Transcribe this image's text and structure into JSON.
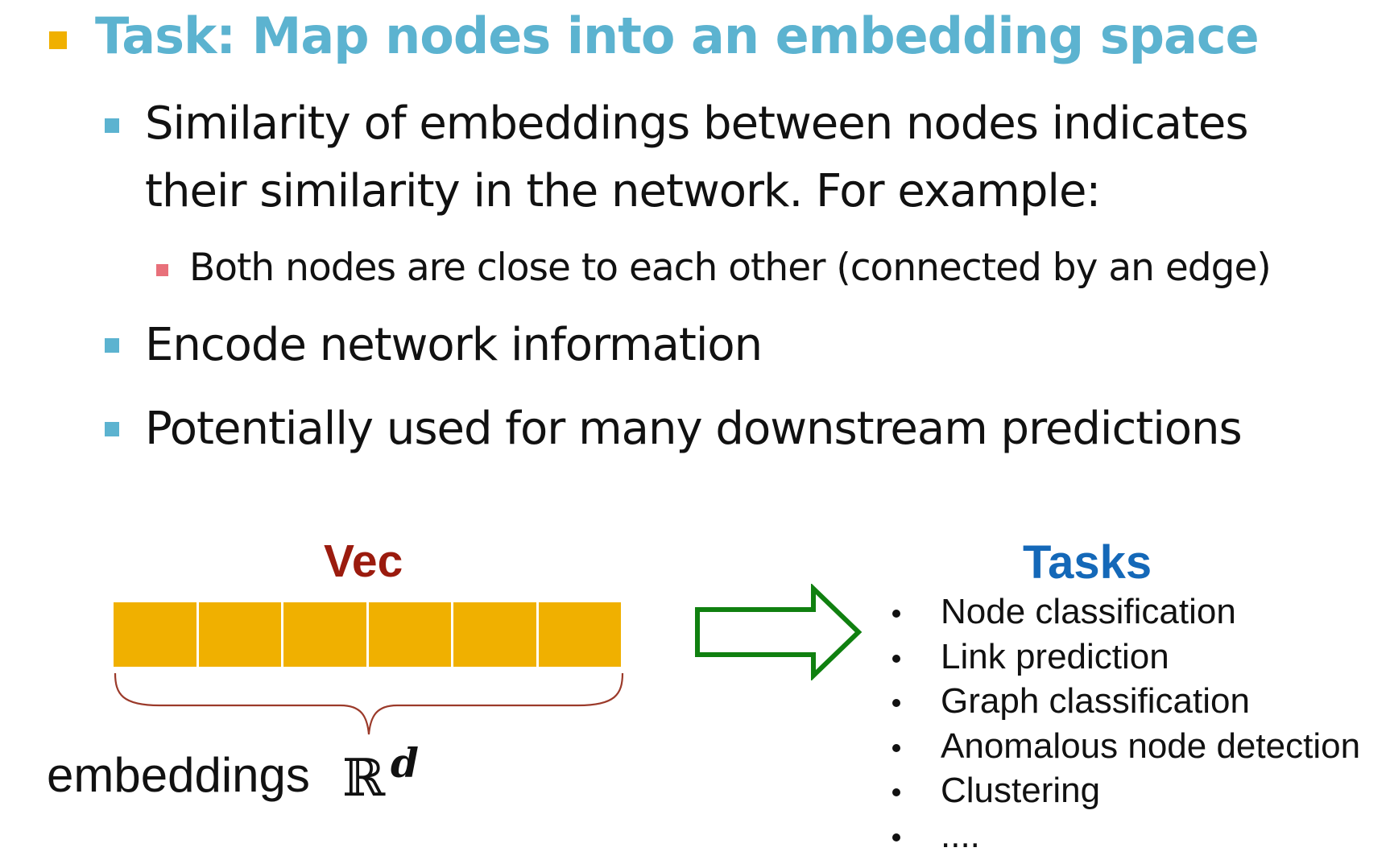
{
  "slide": {
    "heading": "Task: Map nodes into an embedding space",
    "points": [
      {
        "line1": "Similarity of embeddings between nodes indicates",
        "line2": "their similarity in the network. For example:",
        "subpoint": "Both nodes are close to each other (connected by an edge)"
      },
      {
        "text": "Encode network information"
      },
      {
        "text": "Potentially used for many downstream predictions"
      }
    ]
  },
  "diagram": {
    "vec_label": "Vec",
    "cell_count": 6,
    "embeddings_label": "embeddings",
    "space_symbol": "ℝ",
    "space_superscript": "d",
    "arrow": "right-arrow-icon",
    "tasks_label": "Tasks",
    "tasks": [
      "Node classification",
      "Link prediction",
      "Graph classification",
      "Anomalous node detection",
      "Clustering",
      "...."
    ]
  },
  "colors": {
    "heading": "#5cb3d0",
    "bullet_main": "#f0b000",
    "bullet_sub": "#5cb3d0",
    "bullet_subsub": "#e8707a",
    "vec_label": "#9b1b0e",
    "vec_cell": "#f0b000",
    "brace": "#9b3a2a",
    "arrow": "#108010",
    "tasks_label": "#1468b8"
  }
}
